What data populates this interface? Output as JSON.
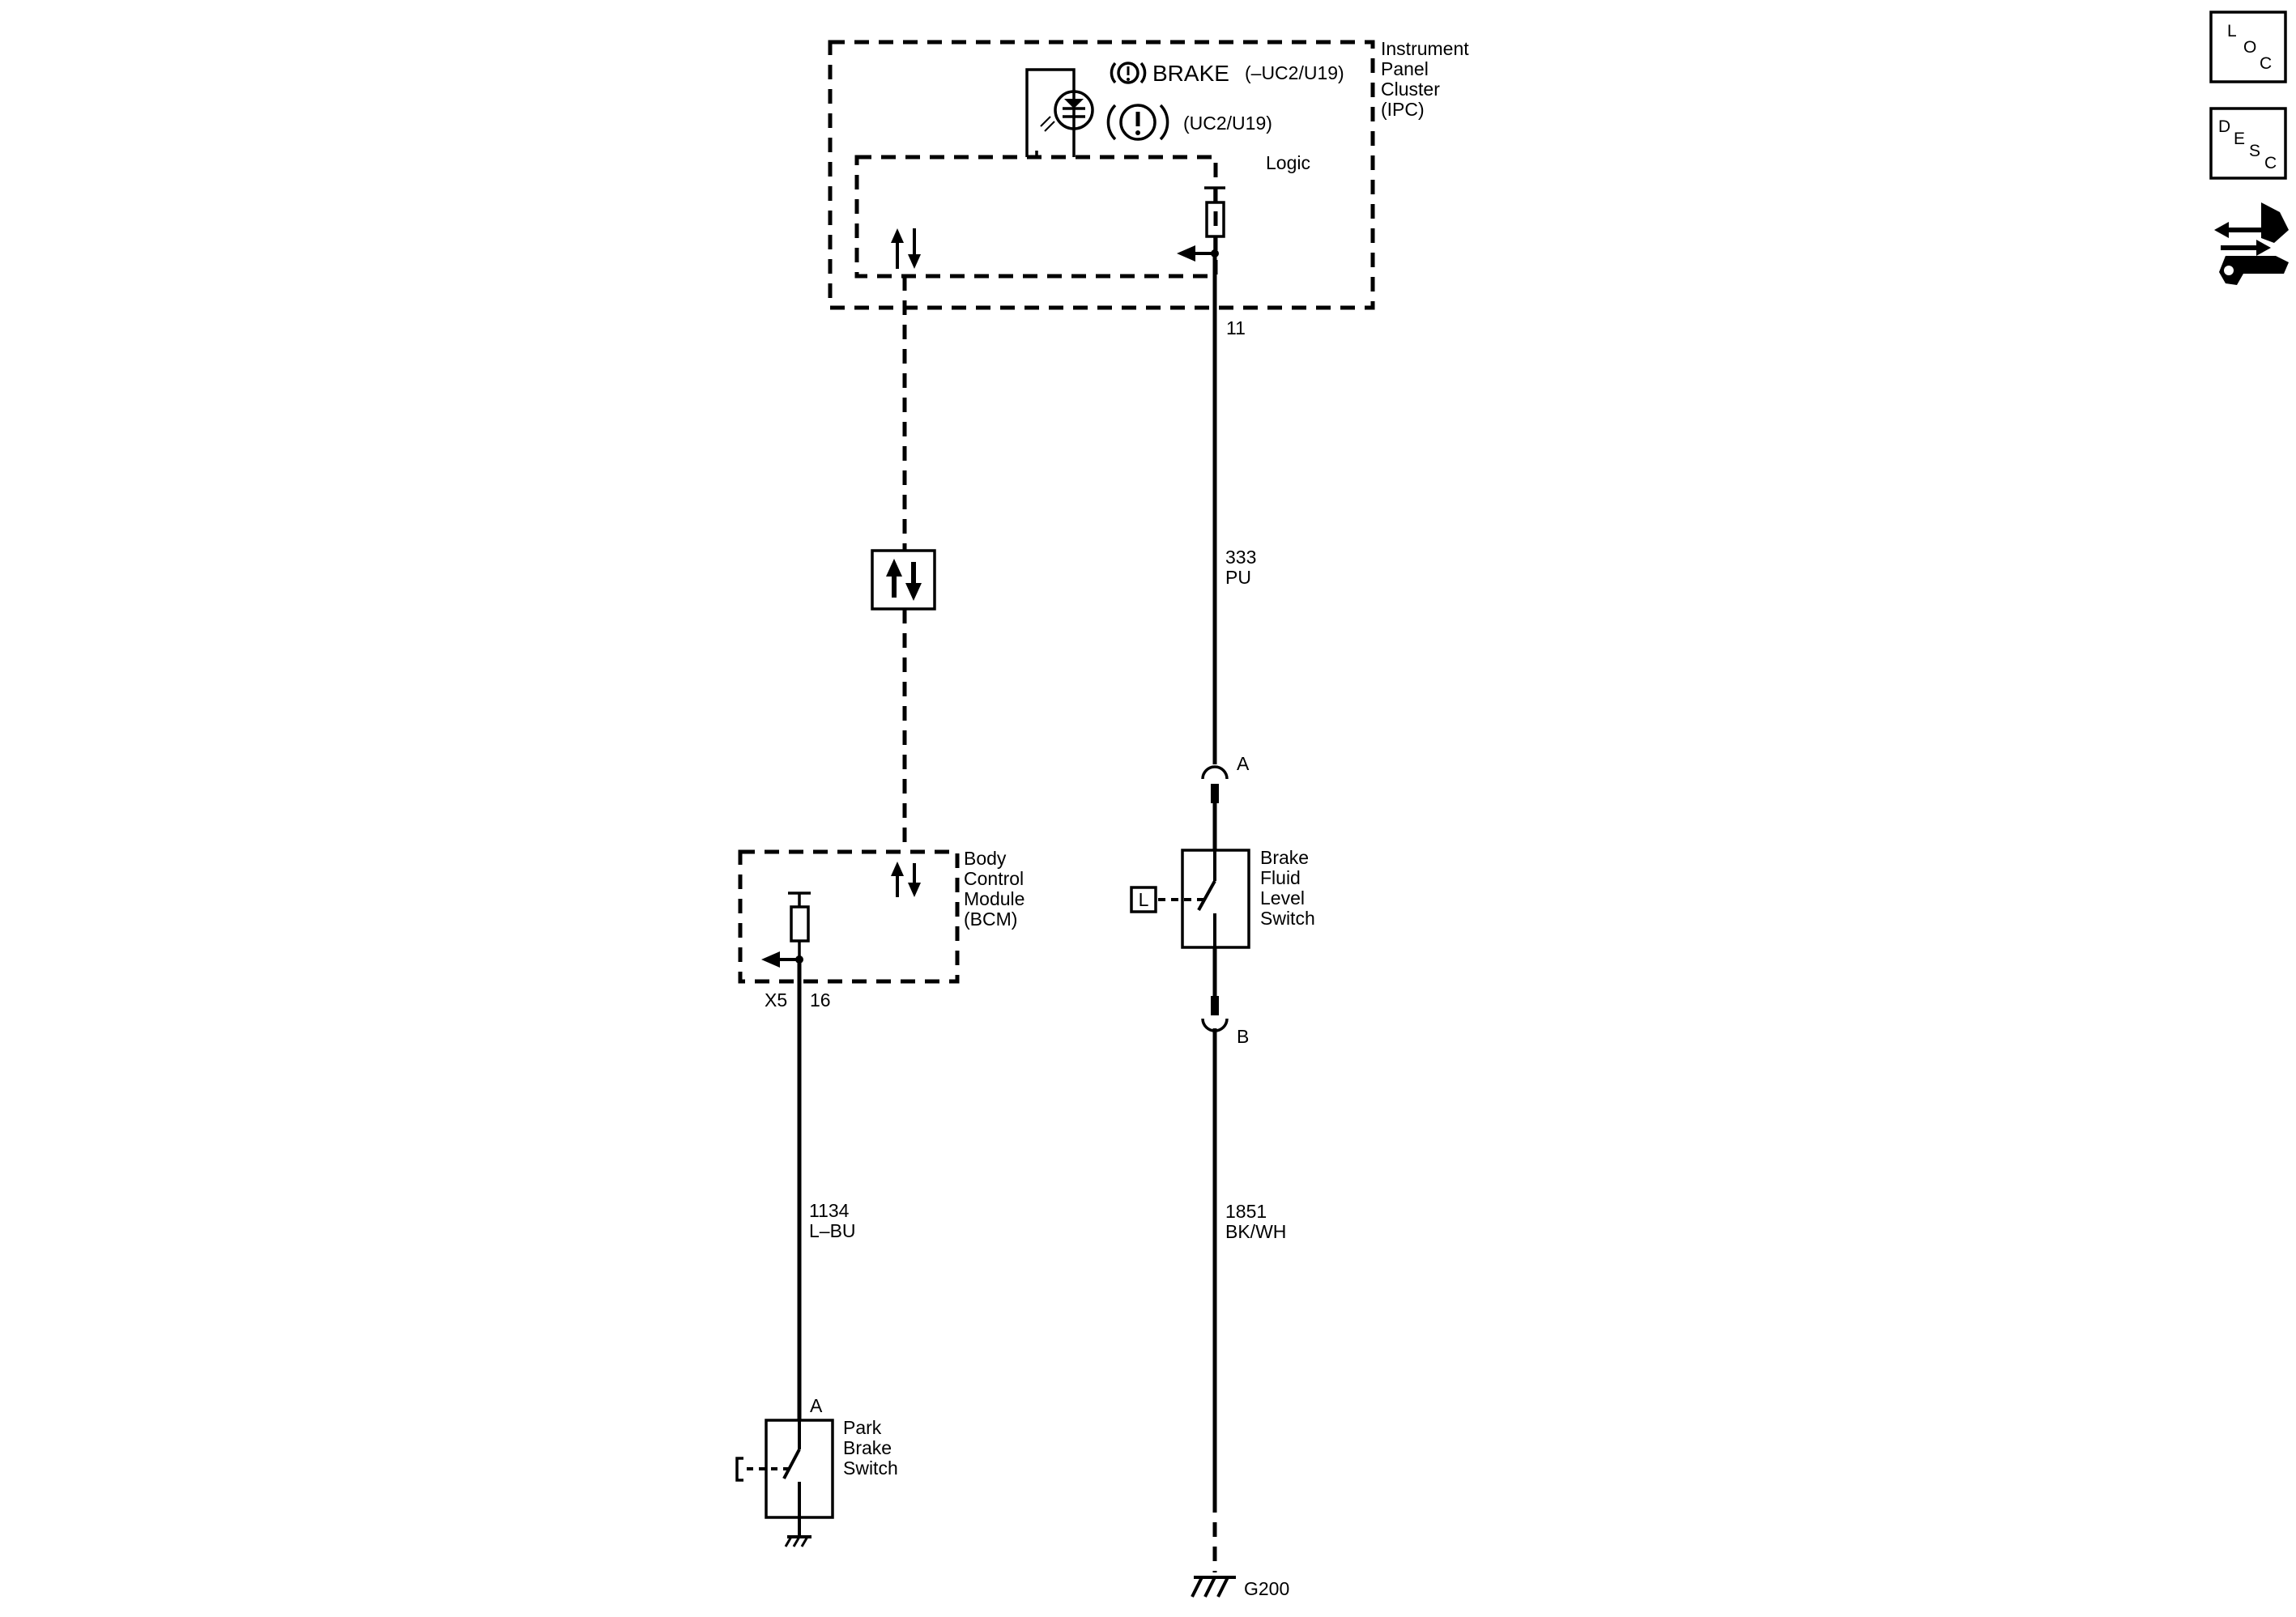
{
  "ipc": {
    "name_line1": "Instrument",
    "name_line2": "Panel",
    "name_line3": "Cluster",
    "name_line4": "(IPC)",
    "logic_label": "Logic",
    "indicator1_text": "BRAKE",
    "indicator1_option": "(–UC2/U19)",
    "indicator2_option": "(UC2/U19)",
    "pin": "11"
  },
  "wires": {
    "w333_circuit": "333",
    "w333_color": "PU",
    "w1134_circuit": "1134",
    "w1134_color": "L–BU",
    "w1851_circuit": "1851",
    "w1851_color": "BK/WH"
  },
  "bcm": {
    "name_line1": "Body",
    "name_line2": "Control",
    "name_line3": "Module",
    "name_line4": "(BCM)",
    "connector": "X5",
    "pin": "16"
  },
  "brake_fluid_switch": {
    "pin_top": "A",
    "pin_bottom": "B",
    "name_line1": "Brake",
    "name_line2": "Fluid",
    "name_line3": "Level",
    "name_line4": "Switch",
    "location_letter": "L"
  },
  "park_brake_switch": {
    "pin": "A",
    "name_line1": "Park",
    "name_line2": "Brake",
    "name_line3": "Switch"
  },
  "ground": {
    "name": "G200"
  },
  "nav_icons": {
    "loc": {
      "l1": "L",
      "l2": "O",
      "l3": "C"
    },
    "desc": {
      "l1": "D",
      "l2": "E",
      "l3": "S",
      "l4": "C"
    },
    "tools_icon": "connector-and-wrench-icon"
  },
  "colors": {
    "line": "#000000",
    "background": "#ffffff"
  }
}
